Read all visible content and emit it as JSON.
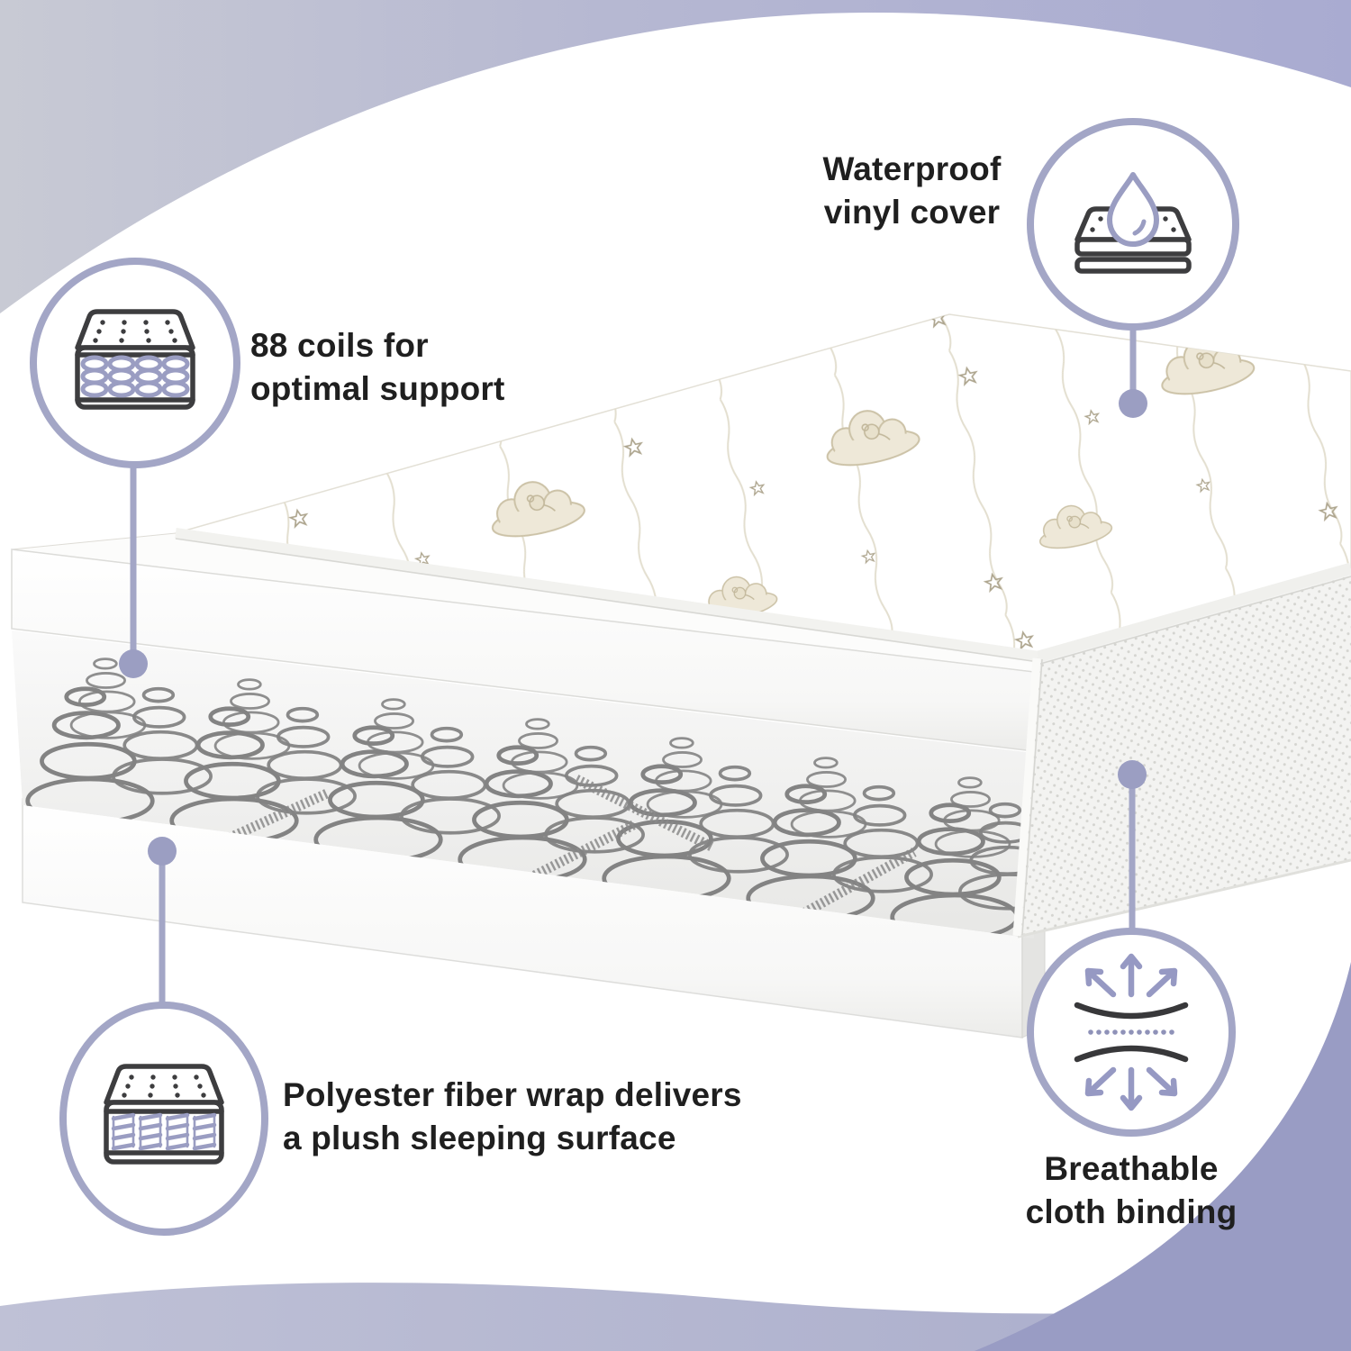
{
  "infographic": {
    "subject": "crib mattress cutaway",
    "accent_colors": {
      "lavender_stroke": "#a3a6c6",
      "lavender_fill": "#9b9ec2",
      "swoosh_dark": "#999cc4",
      "hill": "#b2b5cf",
      "band_left": "#c8cad4",
      "band_right": "#a9abd1",
      "icon_dark": "#3d3d3f",
      "coil_gray": "#838383",
      "text": "#1f1f1f",
      "quilt_beige": "#c9bfa2"
    },
    "features": [
      {
        "id": "coils",
        "icon": "innerspring-coils-mattress-icon",
        "lines": [
          "88 coils for",
          "optimal support"
        ]
      },
      {
        "id": "waterproof",
        "icon": "waterproof-droplet-mattress-icon",
        "lines": [
          "Waterproof",
          "vinyl cover"
        ]
      },
      {
        "id": "polyester",
        "icon": "polyester-fiber-wrap-mattress-icon",
        "lines": [
          "Polyester fiber wrap delivers",
          "a plush sleeping surface"
        ]
      },
      {
        "id": "breathable",
        "icon": "breathable-expand-arrows-icon",
        "lines": [
          "Breathable",
          "cloth binding"
        ]
      }
    ]
  }
}
